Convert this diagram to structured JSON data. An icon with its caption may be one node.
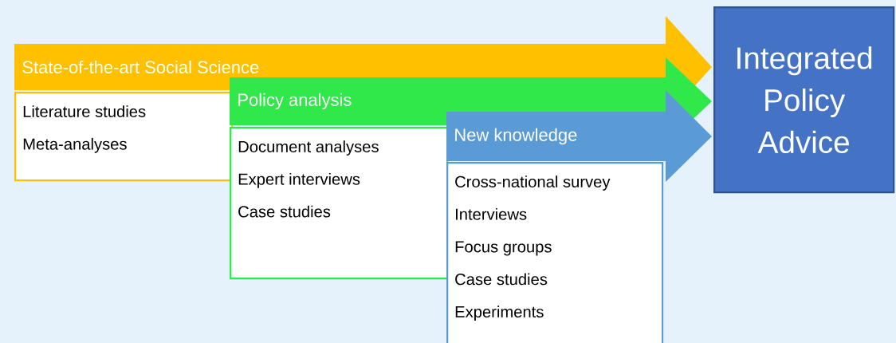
{
  "diagram": {
    "nodes": [
      {
        "text": [
          "State-of-the-art Social Science"
        ]
      },
      {
        "text": [
          "Literature studies",
          "Meta-analyses"
        ]
      },
      {
        "text": [
          "Policy analysis"
        ]
      },
      {
        "text": [
          "Document analyses",
          "Expert interviews",
          "Case studies"
        ]
      },
      {
        "text": [
          "New knowledge"
        ]
      },
      {
        "text": [
          "Cross-national survey",
          "Interviews",
          "Focus groups",
          "Case studies",
          "Experiments"
        ]
      },
      {
        "text": [
          "Integrated Policy Advice"
        ]
      }
    ],
    "edges": []
  }
}
